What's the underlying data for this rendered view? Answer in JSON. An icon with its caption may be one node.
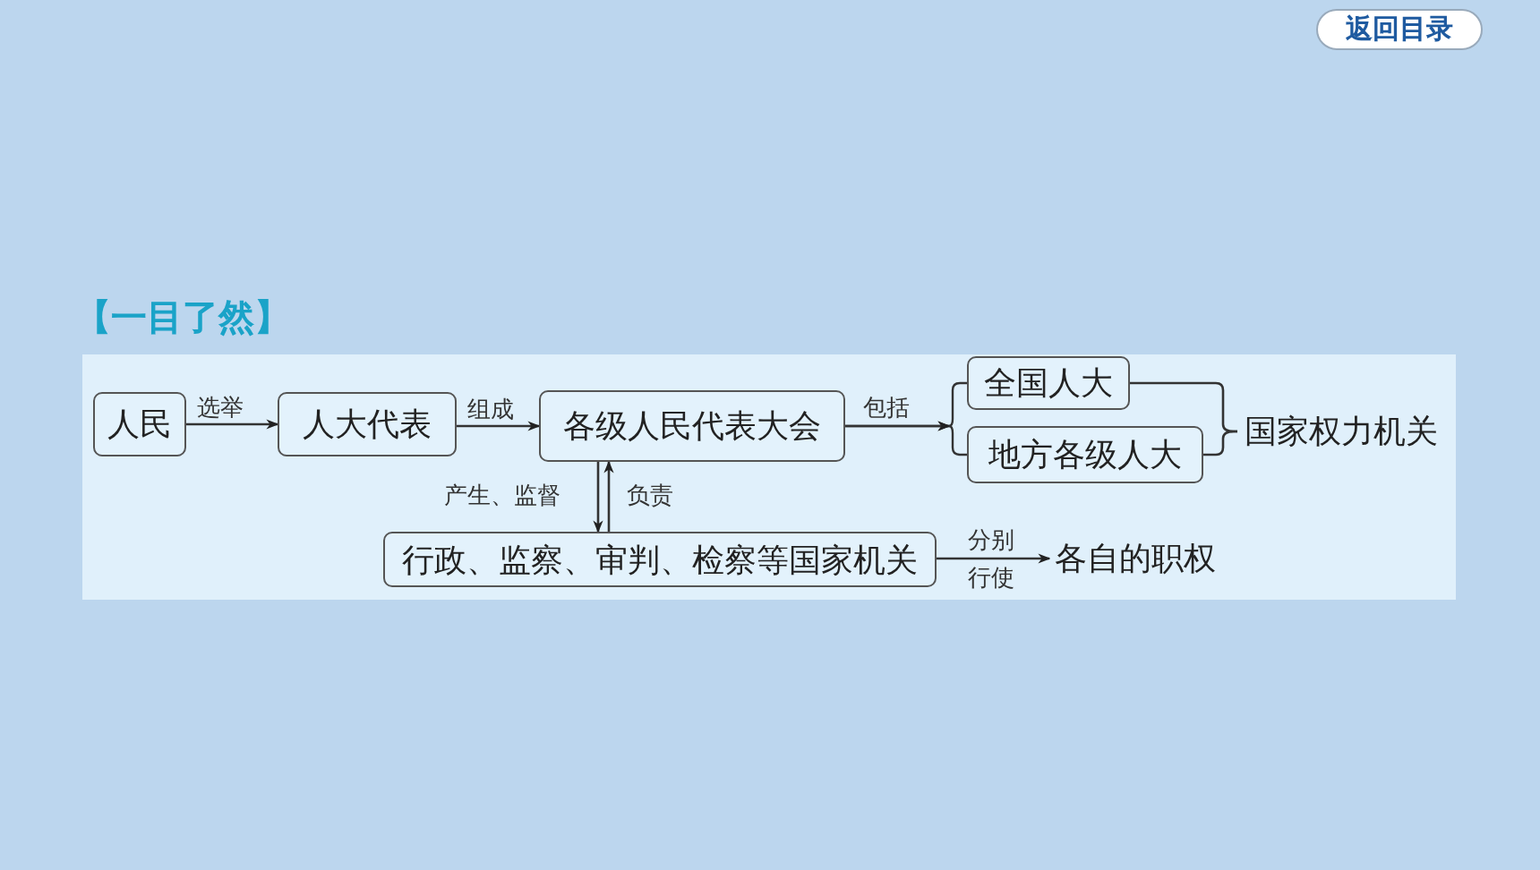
{
  "diagram": {
    "title": "【一目了然】",
    "nodes": [
      {
        "text": [
          "人民"
        ]
      },
      {
        "text": [
          "人大代表"
        ]
      },
      {
        "text": [
          "各级人民代表大会"
        ]
      },
      {
        "text": [
          "全国人大"
        ]
      },
      {
        "text": [
          "地方各级人大"
        ]
      },
      {
        "text": [
          "国家权力机关"
        ]
      },
      {
        "text": [
          "行政、监察、审判、检察等国家机关"
        ]
      },
      {
        "text": [
          "各自的职权"
        ]
      }
    ],
    "edges": [
      {
        "from": 0,
        "to": 1,
        "arrow": "to",
        "label": "选举"
      },
      {
        "from": 1,
        "to": 2,
        "arrow": "to",
        "label": "组成"
      },
      {
        "from": 2,
        "to": 3,
        "arrow": "to",
        "label": "包括"
      },
      {
        "from": 2,
        "to": 4,
        "arrow": "to"
      },
      {
        "from": 3,
        "to": 5,
        "arrow": "none"
      },
      {
        "from": 4,
        "to": 5,
        "arrow": "none"
      },
      {
        "from": 2,
        "to": 6,
        "arrow": "to",
        "label": "产生、监督"
      },
      {
        "from": 6,
        "to": 2,
        "arrow": "to",
        "label": "负责"
      },
      {
        "from": 6,
        "to": 7,
        "arrow": "to",
        "label": "分别行使"
      }
    ],
    "labels": [
      "返回目录"
    ]
  }
}
